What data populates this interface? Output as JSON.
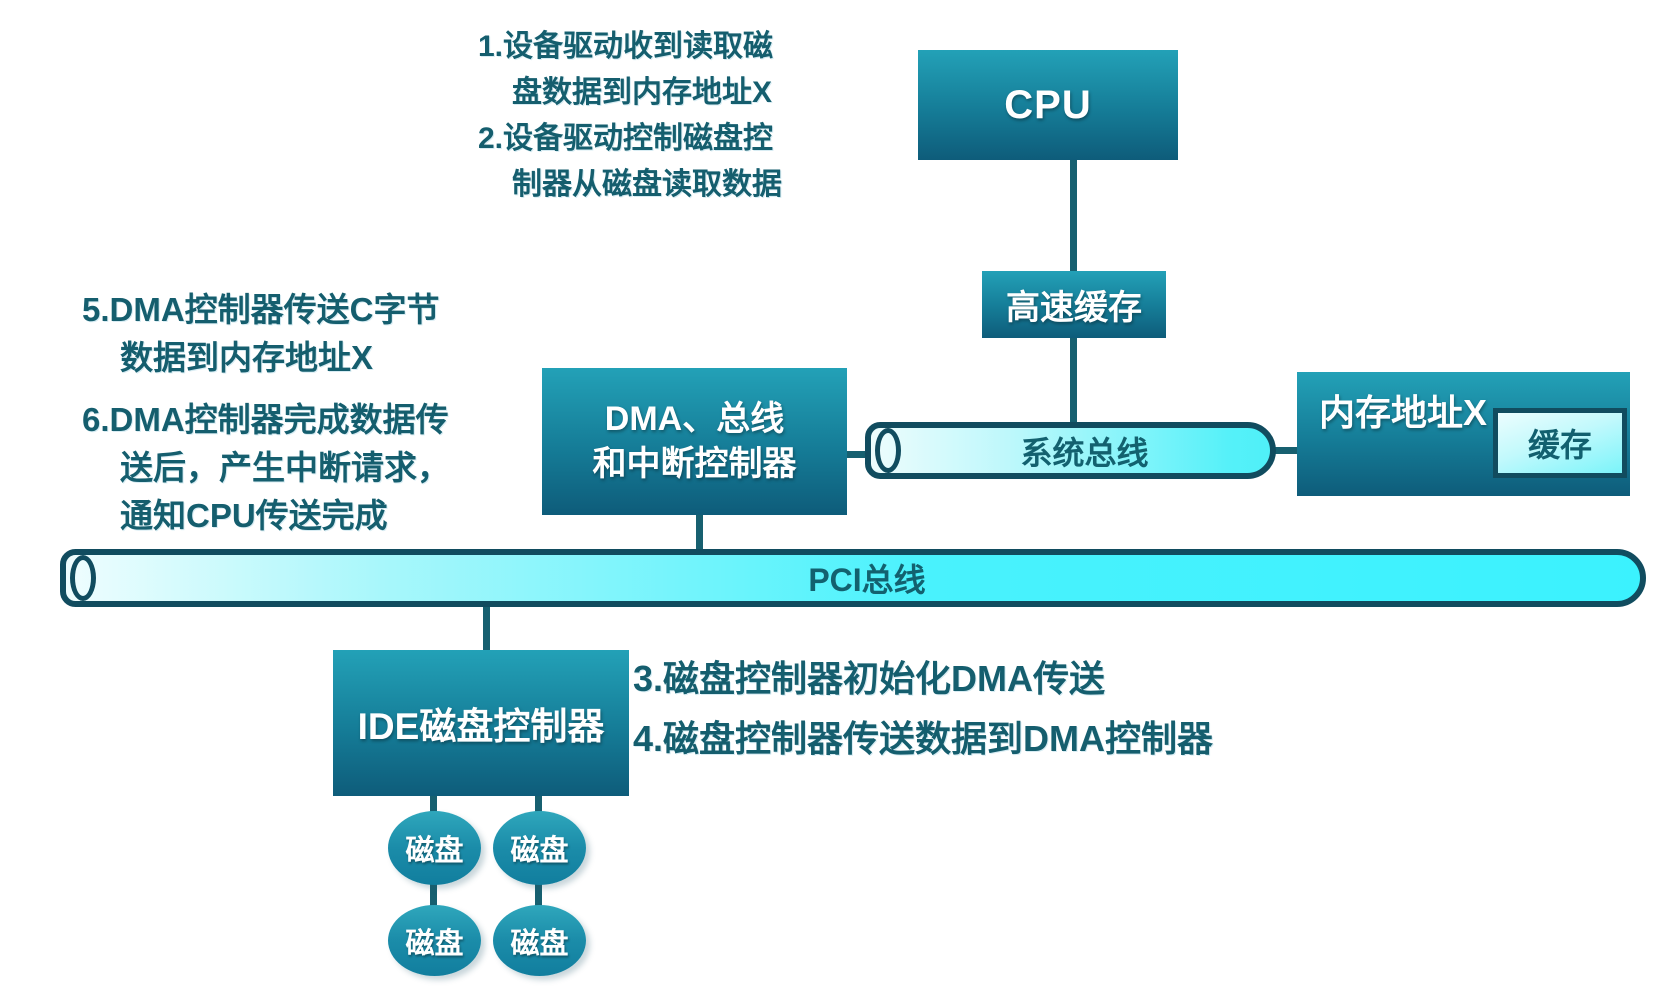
{
  "annotations": {
    "steps_1_2": [
      "1.设备驱动收到读取磁",
      "盘数据到内存地址X",
      "2.设备驱动控制磁盘控",
      "制器从磁盘读取数据"
    ],
    "steps_5_6": [
      "5.DMA控制器传送C字节",
      "数据到内存地址X",
      "6.DMA控制器完成数据传",
      "送后，产生中断请求，",
      "通知CPU传送完成"
    ],
    "step_3": "3.磁盘控制器初始化DMA传送",
    "step_4": "4.磁盘控制器传送数据到DMA控制器"
  },
  "nodes": {
    "cpu": "CPU",
    "cache": "高速缓存",
    "dma": [
      "DMA、总线",
      "和中断控制器"
    ],
    "system_bus": "系统总线",
    "memory": "内存地址X",
    "memory_cache": "缓存",
    "pci_bus": "PCI总线",
    "ide_controller": "IDE磁盘控制器",
    "disk": "磁盘"
  },
  "colors": {
    "box_teal_top": "#23A1B7",
    "box_teal_bottom": "#0E5C7A",
    "bus_cyan": "#3FF3FE",
    "outline_dark_teal": "#114C5F",
    "annotation_text": "#155E6E"
  }
}
